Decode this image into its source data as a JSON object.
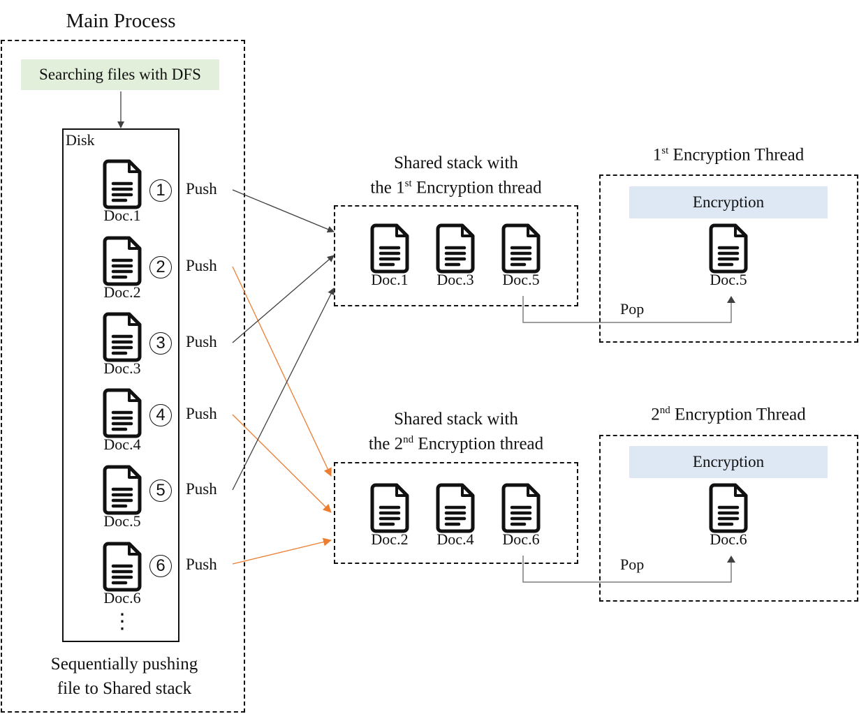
{
  "main_process": {
    "title": "Main Process",
    "dfs_box": "Searching files with DFS",
    "disk_label": "Disk",
    "docs": [
      {
        "num": "1",
        "label": "Doc.1",
        "action": "Push",
        "target": "stack1"
      },
      {
        "num": "2",
        "label": "Doc.2",
        "action": "Push",
        "target": "stack2"
      },
      {
        "num": "3",
        "label": "Doc.3",
        "action": "Push",
        "target": "stack1"
      },
      {
        "num": "4",
        "label": "Doc.4",
        "action": "Push",
        "target": "stack2"
      },
      {
        "num": "5",
        "label": "Doc.5",
        "action": "Push",
        "target": "stack1"
      },
      {
        "num": "6",
        "label": "Doc.6",
        "action": "Push",
        "target": "stack2"
      }
    ],
    "ellipsis": "⋮",
    "caption_line1": "Sequentially  pushing",
    "caption_line2": "file to Shared stack"
  },
  "stack1": {
    "title_line1": "Shared stack with",
    "title_pre": "the 1",
    "title_sup": "st",
    "title_post": " Encryption  thread",
    "docs": [
      "Doc.1",
      "Doc.3",
      "Doc.5"
    ]
  },
  "stack2": {
    "title_line1": "Shared stack with",
    "title_pre": "the 2",
    "title_sup": "nd",
    "title_post": " Encryption  thread",
    "docs": [
      "Doc.2",
      "Doc.4",
      "Doc.6"
    ]
  },
  "thread1": {
    "title_pre": "1",
    "title_sup": "st",
    "title_post": "  Encryption  Thread",
    "box_label": "Encryption",
    "doc": "Doc.5",
    "pop_label": "Pop"
  },
  "thread2": {
    "title_pre": "2",
    "title_sup": "nd",
    "title_post": "  Encryption  Thread",
    "box_label": "Encryption",
    "doc": "Doc.6",
    "pop_label": "Pop"
  },
  "colors": {
    "dfs_fill": "#e2efda",
    "encryption_fill": "#dde8f4",
    "arrow_dark": "#404040",
    "arrow_orange": "#ed7d31",
    "pop_line": "#7f7f7f"
  }
}
